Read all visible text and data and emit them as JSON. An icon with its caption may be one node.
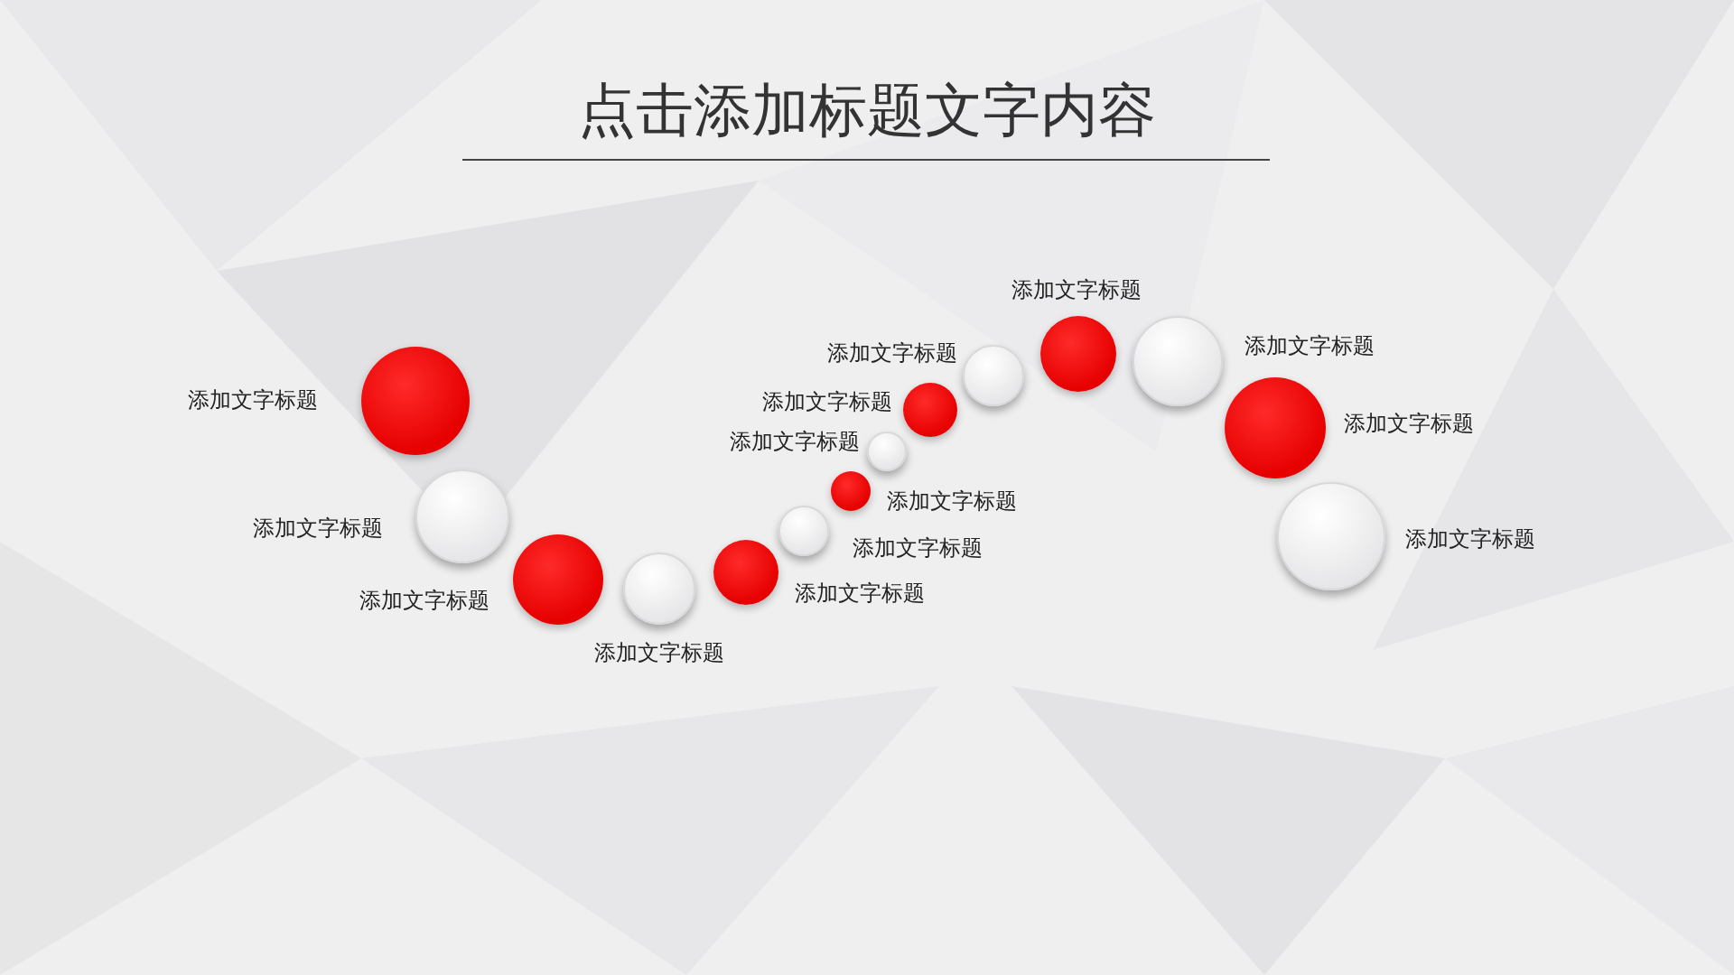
{
  "diagram": {
    "title": "点击添加标题文字内容",
    "nodes": [
      {
        "text": [],
        "shape": "circle",
        "beside": [
          "添加文字标题"
        ]
      },
      {
        "text": [],
        "shape": "circle",
        "beside": [
          "添加文字标题"
        ]
      },
      {
        "text": [],
        "shape": "circle",
        "beside": [
          "添加文字标题"
        ]
      },
      {
        "text": [],
        "shape": "circle",
        "beside": [
          "添加文字标题"
        ]
      },
      {
        "text": [],
        "shape": "circle",
        "beside": [
          "添加文字标题"
        ]
      },
      {
        "text": [],
        "shape": "circle",
        "beside": [
          "添加文字标题"
        ]
      },
      {
        "text": [],
        "shape": "circle",
        "beside": [
          "添加文字标题"
        ]
      },
      {
        "text": [],
        "shape": "circle",
        "beside": [
          "添加文字标题"
        ]
      },
      {
        "text": [],
        "shape": "circle",
        "beside": [
          "添加文字标题"
        ]
      },
      {
        "text": [],
        "shape": "circle",
        "beside": [
          "添加文字标题"
        ]
      },
      {
        "text": [],
        "shape": "circle",
        "beside": [
          "添加文字标题"
        ]
      },
      {
        "text": [],
        "shape": "circle",
        "beside": [
          "添加文字标题"
        ]
      },
      {
        "text": [],
        "shape": "circle",
        "beside": [
          "添加文字标题"
        ]
      },
      {
        "text": [],
        "shape": "circle",
        "beside": [
          "添加文字标题"
        ]
      }
    ]
  }
}
